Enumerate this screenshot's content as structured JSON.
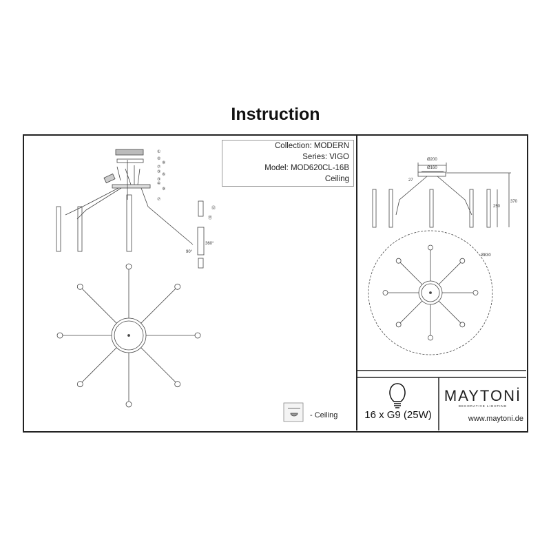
{
  "title": "Instruction",
  "info": {
    "collection": "Collection: MODERN",
    "series": "Series: VIGO",
    "model": "Model: MOD620CL-16B",
    "type": "Ceiling"
  },
  "dimensions": {
    "d_outer": "Ø200",
    "d_inner": "Ø160",
    "base_h": "27",
    "total_h": "370",
    "arm_h": "250",
    "span": "Ø830"
  },
  "assembly": {
    "angle_a": "90°",
    "angle_b": "360°",
    "callouts": [
      "1",
      "2",
      "3",
      "4",
      "5",
      "6",
      "7",
      "8",
      "9",
      "10",
      "11",
      "12"
    ]
  },
  "mount": {
    "label": "- Ceiling",
    "icon": "ceiling-mount-icon"
  },
  "bulb": {
    "icon": "light-bulb-icon",
    "spec": "16 x G9   (25W)"
  },
  "brand": {
    "name": "MAYTONİ",
    "tagline": "DECORATIVE LIGHTING",
    "url": "www.maytoni.de"
  }
}
